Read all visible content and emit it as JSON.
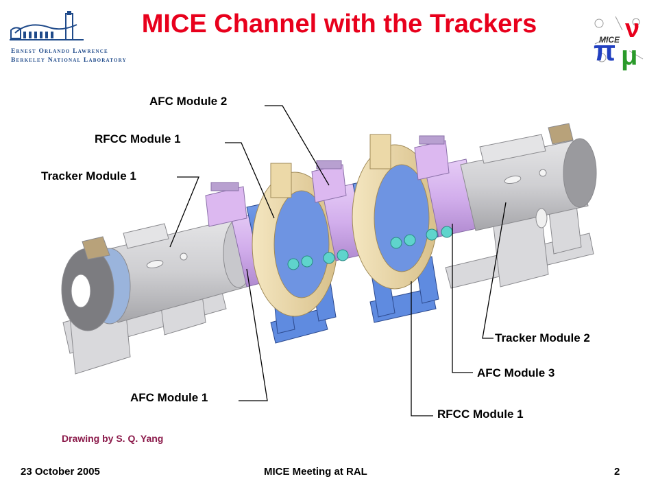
{
  "header": {
    "title": "MICE Channel with the Trackers",
    "logo_left": {
      "line1": "Ernest Orlando Lawrence",
      "line2": "Berkeley National Laboratory"
    },
    "logo_right": {
      "name": "MICE"
    }
  },
  "labels": {
    "afc_module_2": "AFC Module 2",
    "rfcc_module_1_top": "RFCC Module 1",
    "tracker_module_1": "Tracker Module 1",
    "tracker_module_2": "Tracker Module 2",
    "afc_module_3": "AFC Module 3",
    "afc_module_1": "AFC Module 1",
    "rfcc_module_1_bottom": "RFCC Module 1"
  },
  "credit": "Drawing by S. Q. Yang",
  "footer": {
    "date": "23 October 2005",
    "meeting": "MICE Meeting at RAL",
    "page_number": "2"
  },
  "colors": {
    "title": "#e8001c",
    "tracker_body": "#d4d4d6",
    "afc_body": "#dcb8f0",
    "rfcc_body": "#5f8be0",
    "coupling_ring": "#ecd9a8",
    "connectors": "#5fd4cc",
    "credit": "#8b1a4a"
  }
}
